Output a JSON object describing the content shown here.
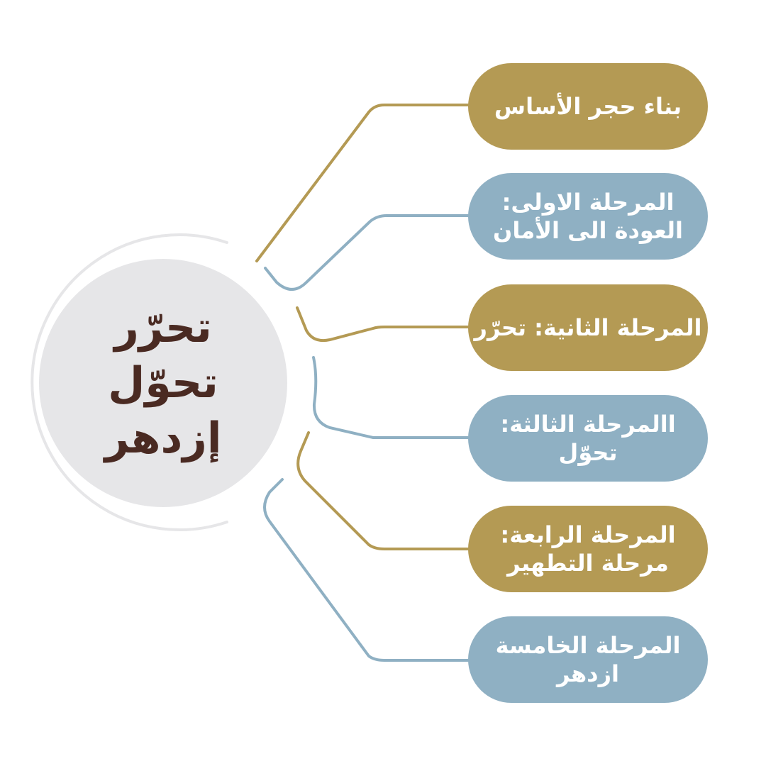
{
  "center": {
    "lines": [
      "تحرّر",
      "تحوّل",
      "إزدهر"
    ]
  },
  "stages": [
    {
      "lines": [
        "بناء حجر الأساس"
      ],
      "color": "#b49a54"
    },
    {
      "lines": [
        "المرحلة الاولى:",
        "العودة الى الأمان"
      ],
      "color": "#8fb0c3"
    },
    {
      "lines": [
        "المرحلة الثانية: تحرّر"
      ],
      "color": "#b49a54"
    },
    {
      "lines": [
        "االمرحلة الثالثة:",
        "تحوّل"
      ],
      "color": "#8fb0c3"
    },
    {
      "lines": [
        "المرحلة الرابعة:",
        "مرحلة التطهير"
      ],
      "color": "#b49a54"
    },
    {
      "lines": [
        "المرحلة الخامسة",
        "ازدهر"
      ],
      "color": "#8fb0c3"
    }
  ],
  "colors": {
    "gold": "#b49a54",
    "blue": "#8fb0c3",
    "center_fill": "#e6e6e8",
    "ring": "#e6e6e8",
    "title": "#4a2a22"
  }
}
